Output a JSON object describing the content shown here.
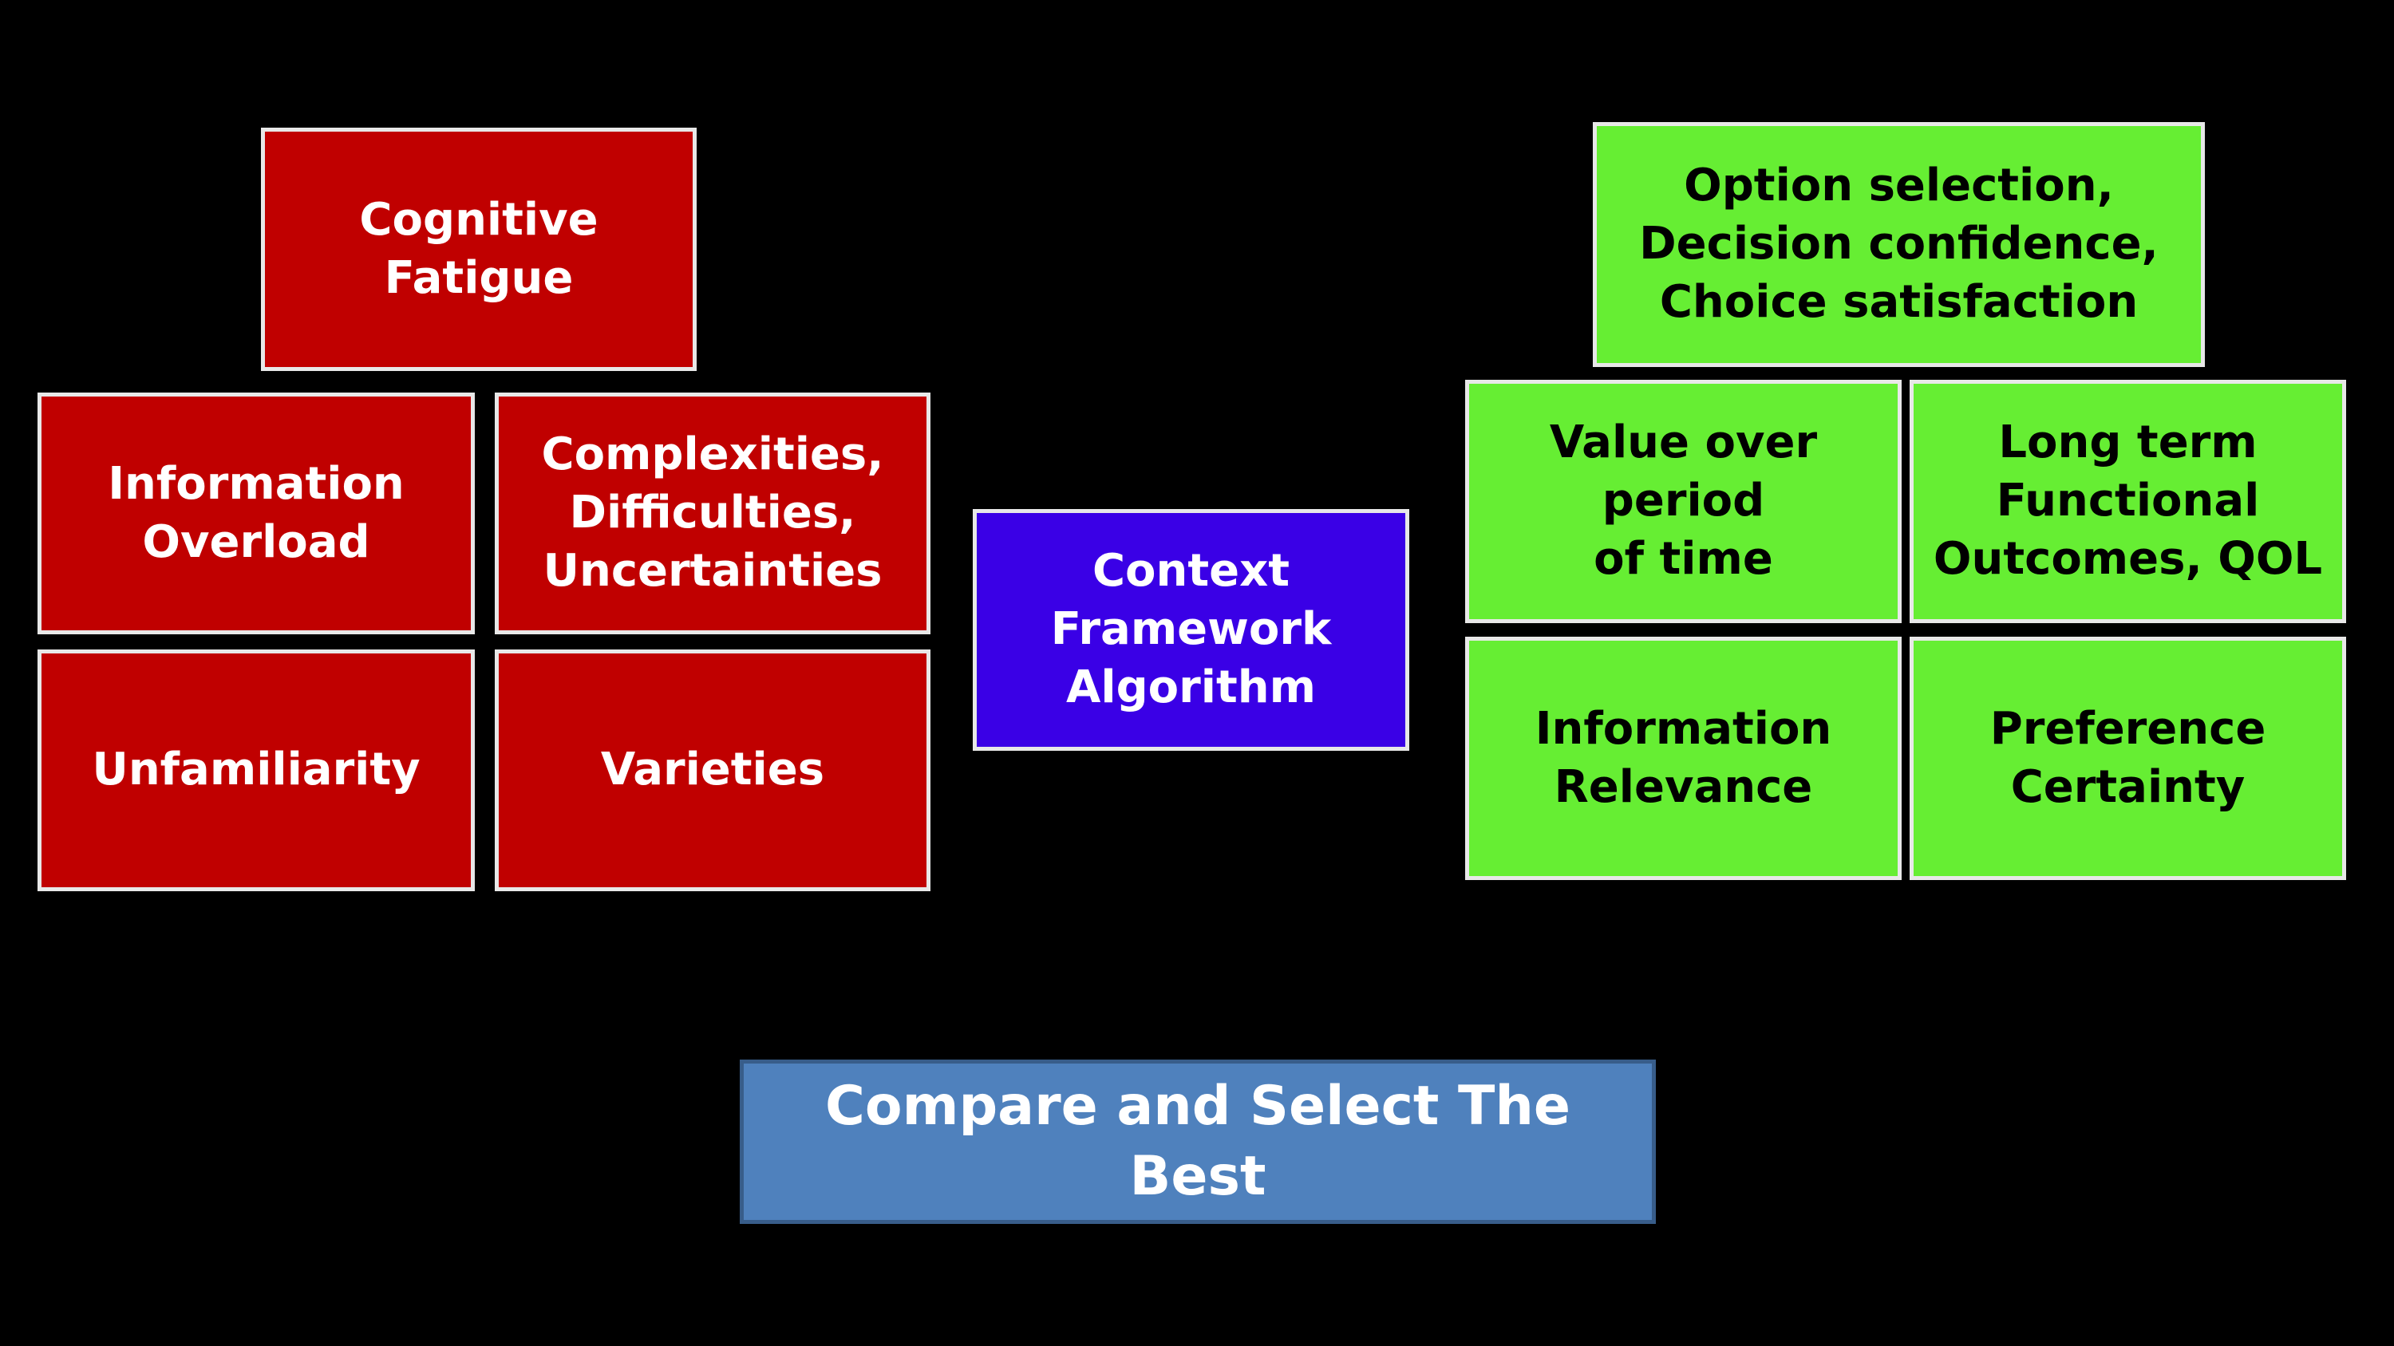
{
  "diagram": {
    "barriers": {
      "top": "Cognitive Fatigue",
      "items": [
        "Information\nOverload",
        "Complexities,\nDifficulties,\nUncertainties",
        "Unfamiliarity",
        "Varieties"
      ]
    },
    "center": "Context\nFramework\nAlgorithm",
    "outcomes": {
      "top": "Option selection,\nDecision confidence,\nChoice satisfaction",
      "items": [
        "Value over period\nof time",
        "Long term\nFunctional\nOutcomes, QOL",
        "Information\nRelevance",
        "Preference\nCertainty"
      ]
    },
    "bottom": "Compare and Select The Best"
  },
  "colors": {
    "barrier": "#c00000",
    "outcome": "#66ee33",
    "center": "#3a00e6",
    "bottom": "#4f81bd",
    "background": "#000000"
  }
}
